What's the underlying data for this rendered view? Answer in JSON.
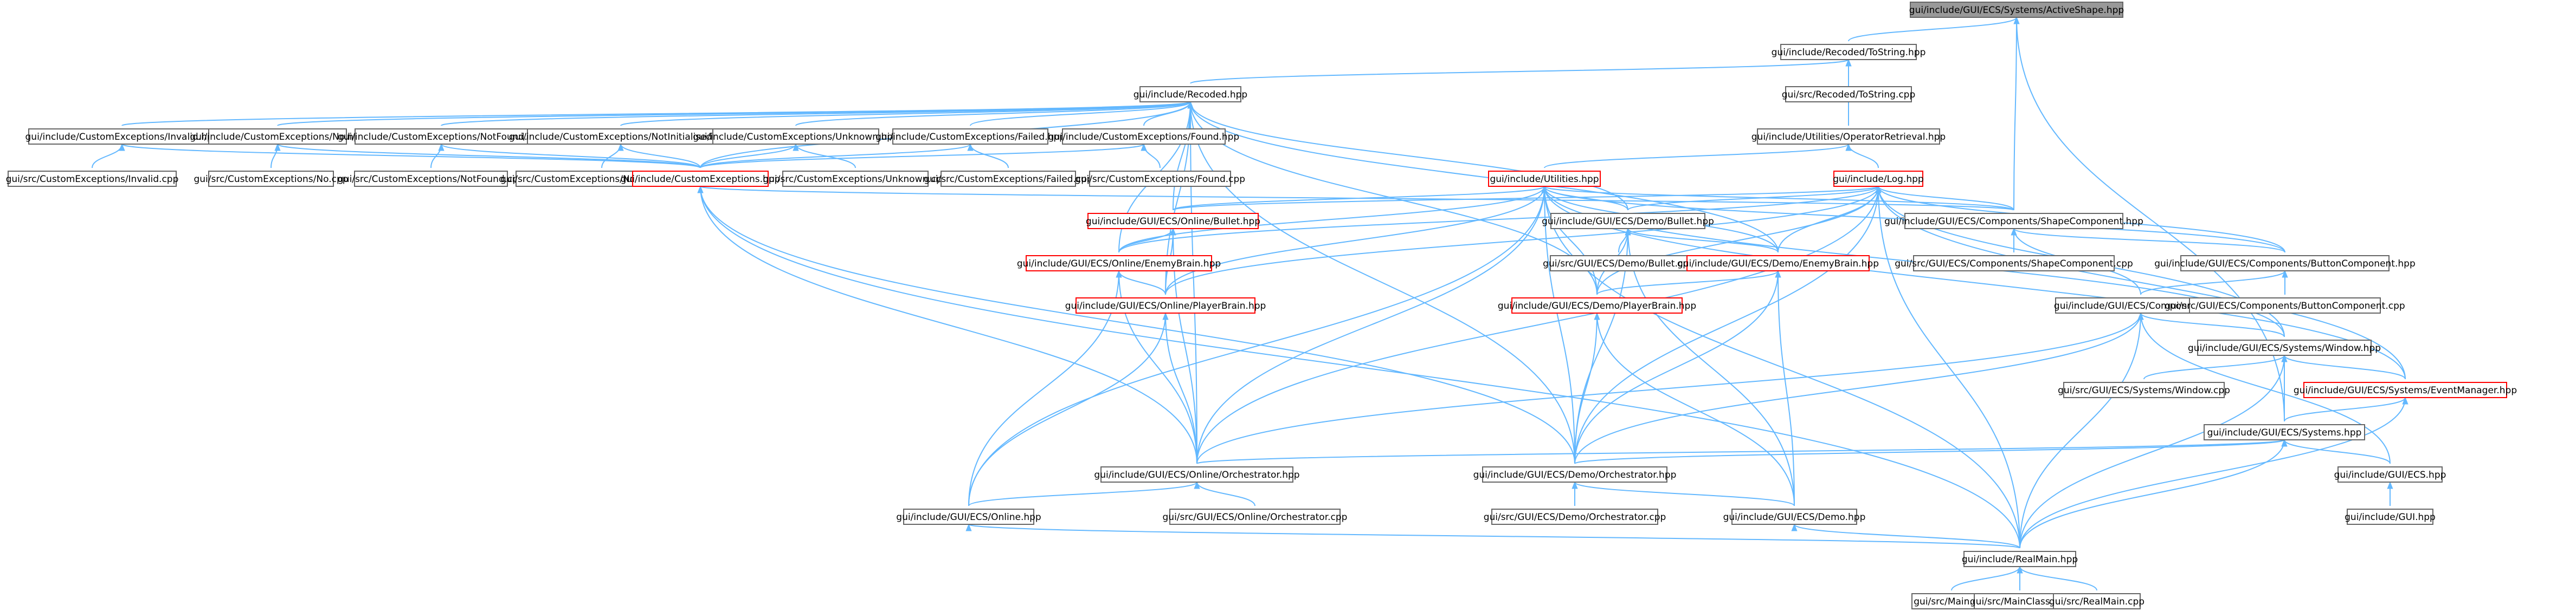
{
  "diagram": {
    "type": "include-dependency-graph",
    "colors": {
      "edge": "#63b8ff",
      "normal_border": "#666666",
      "red_border": "#ff0000",
      "root_fill": "#999999",
      "normal_fill": "#ffffff"
    },
    "nodes": [
      {
        "id": "root",
        "label": "gui/include/GUI/ECS/Systems/ActiveShape.hpp",
        "style": "root"
      },
      {
        "id": "tostring_hpp",
        "label": "gui/include/Recoded/ToString.hpp",
        "style": "normal"
      },
      {
        "id": "tostring_cpp",
        "label": "gui/src/Recoded/ToString.cpp",
        "style": "normal"
      },
      {
        "id": "recoded",
        "label": "gui/include/Recoded.hpp",
        "style": "normal"
      },
      {
        "id": "opretrieval",
        "label": "gui/include/Utilities/OperatorRetrieval.hpp",
        "style": "normal"
      },
      {
        "id": "ce_invalid",
        "label": "gui/include/CustomExceptions/Invalid.hpp",
        "style": "normal"
      },
      {
        "id": "ce_no",
        "label": "gui/include/CustomExceptions/No.hpp",
        "style": "normal"
      },
      {
        "id": "ce_notfound",
        "label": "gui/include/CustomExceptions/NotFound.hpp",
        "style": "normal"
      },
      {
        "id": "ce_notinit",
        "label": "gui/include/CustomExceptions/NotInitialised.hpp",
        "style": "normal"
      },
      {
        "id": "ce_unknown",
        "label": "gui/include/CustomExceptions/Unknown.hpp",
        "style": "normal"
      },
      {
        "id": "ce_failed",
        "label": "gui/include/CustomExceptions/Failed.hpp",
        "style": "normal"
      },
      {
        "id": "ce_found",
        "label": "gui/include/CustomExceptions/Found.hpp",
        "style": "normal"
      },
      {
        "id": "ce_invalid_cpp",
        "label": "gui/src/CustomExceptions/Invalid.cpp",
        "style": "normal"
      },
      {
        "id": "ce_no_cpp",
        "label": "gui/src/CustomExceptions/No.cpp",
        "style": "normal"
      },
      {
        "id": "ce_notfound_cpp",
        "label": "gui/src/CustomExceptions/NotFound.cpp",
        "style": "normal"
      },
      {
        "id": "ce_notinit_cpp",
        "label": "gui/src/CustomExceptions/NotInitialised.cpp",
        "style": "normal"
      },
      {
        "id": "customexc",
        "label": "gui/include/CustomExceptions.hpp",
        "style": "red"
      },
      {
        "id": "ce_unknown_cpp",
        "label": "gui/src/CustomExceptions/Unknown.cpp",
        "style": "normal"
      },
      {
        "id": "ce_failed_cpp",
        "label": "gui/src/CustomExceptions/Failed.cpp",
        "style": "normal"
      },
      {
        "id": "ce_found_cpp",
        "label": "gui/src/CustomExceptions/Found.cpp",
        "style": "normal"
      },
      {
        "id": "utilities",
        "label": "gui/include/Utilities.hpp",
        "style": "red"
      },
      {
        "id": "log",
        "label": "gui/include/Log.hpp",
        "style": "red"
      },
      {
        "id": "online_bullet",
        "label": "gui/include/GUI/ECS/Online/Bullet.hpp",
        "style": "red"
      },
      {
        "id": "demo_bullet",
        "label": "gui/include/GUI/ECS/Demo/Bullet.hpp",
        "style": "normal"
      },
      {
        "id": "shapecomp",
        "label": "gui/include/GUI/ECS/Components/ShapeComponent.hpp",
        "style": "normal"
      },
      {
        "id": "online_enemy",
        "label": "gui/include/GUI/ECS/Online/EnemyBrain.hpp",
        "style": "red"
      },
      {
        "id": "demo_bullet_cpp",
        "label": "gui/src/GUI/ECS/Demo/Bullet.cpp",
        "style": "normal"
      },
      {
        "id": "demo_enemy",
        "label": "gui/include/GUI/ECS/Demo/EnemyBrain.hpp",
        "style": "red"
      },
      {
        "id": "shapecomp_cpp",
        "label": "gui/src/GUI/ECS/Components/ShapeComponent.cpp",
        "style": "normal"
      },
      {
        "id": "buttoncomp",
        "label": "gui/include/GUI/ECS/Components/ButtonComponent.hpp",
        "style": "normal"
      },
      {
        "id": "online_player",
        "label": "gui/include/GUI/ECS/Online/PlayerBrain.hpp",
        "style": "red"
      },
      {
        "id": "demo_player",
        "label": "gui/include/GUI/ECS/Demo/PlayerBrain.hpp",
        "style": "red"
      },
      {
        "id": "components",
        "label": "gui/include/GUI/ECS/Components.hpp",
        "style": "normal"
      },
      {
        "id": "buttoncomp_cpp",
        "label": "gui/src/GUI/ECS/Components/ButtonComponent.cpp",
        "style": "normal"
      },
      {
        "id": "window",
        "label": "gui/include/GUI/ECS/Systems/Window.hpp",
        "style": "normal"
      },
      {
        "id": "window_cpp",
        "label": "gui/src/GUI/ECS/Systems/Window.cpp",
        "style": "normal"
      },
      {
        "id": "eventmgr",
        "label": "gui/include/GUI/ECS/Systems/EventManager.hpp",
        "style": "red"
      },
      {
        "id": "systems",
        "label": "gui/include/GUI/ECS/Systems.hpp",
        "style": "normal"
      },
      {
        "id": "online_orch",
        "label": "gui/include/GUI/ECS/Online/Orchestrator.hpp",
        "style": "normal"
      },
      {
        "id": "demo_orch",
        "label": "gui/include/GUI/ECS/Demo/Orchestrator.hpp",
        "style": "normal"
      },
      {
        "id": "ecs",
        "label": "gui/include/GUI/ECS.hpp",
        "style": "normal"
      },
      {
        "id": "online",
        "label": "gui/include/GUI/ECS/Online.hpp",
        "style": "normal"
      },
      {
        "id": "online_orch_cpp",
        "label": "gui/src/GUI/ECS/Online/Orchestrator.cpp",
        "style": "normal"
      },
      {
        "id": "demo_orch_cpp",
        "label": "gui/src/GUI/ECS/Demo/Orchestrator.cpp",
        "style": "normal"
      },
      {
        "id": "demo",
        "label": "gui/include/GUI/ECS/Demo.hpp",
        "style": "normal"
      },
      {
        "id": "gui",
        "label": "gui/include/GUI.hpp",
        "style": "normal"
      },
      {
        "id": "realmain",
        "label": "gui/include/RealMain.hpp",
        "style": "normal"
      },
      {
        "id": "main_cpp",
        "label": "gui/src/Main.cpp",
        "style": "normal"
      },
      {
        "id": "mainclass_cpp",
        "label": "gui/src/MainClass.cpp",
        "style": "normal"
      },
      {
        "id": "realmain_cpp",
        "label": "gui/src/RealMain.cpp",
        "style": "normal"
      }
    ],
    "edges": [
      [
        "root",
        "tostring_hpp"
      ],
      [
        "root",
        "shapecomp"
      ],
      [
        "root",
        "systems"
      ],
      [
        "tostring_hpp",
        "tostring_cpp"
      ],
      [
        "tostring_hpp",
        "recoded"
      ],
      [
        "tostring_hpp",
        "opretrieval"
      ],
      [
        "recoded",
        "ce_invalid"
      ],
      [
        "recoded",
        "ce_no"
      ],
      [
        "recoded",
        "ce_notfound"
      ],
      [
        "recoded",
        "ce_notinit"
      ],
      [
        "recoded",
        "ce_unknown"
      ],
      [
        "recoded",
        "ce_failed"
      ],
      [
        "recoded",
        "ce_found"
      ],
      [
        "recoded",
        "customexc"
      ],
      [
        "recoded",
        "online_bullet"
      ],
      [
        "recoded",
        "online_enemy"
      ],
      [
        "recoded",
        "online_player"
      ],
      [
        "recoded",
        "demo_bullet"
      ],
      [
        "recoded",
        "demo_enemy"
      ],
      [
        "recoded",
        "demo_player"
      ],
      [
        "recoded",
        "online_orch"
      ],
      [
        "recoded",
        "demo_orch"
      ],
      [
        "opretrieval",
        "utilities"
      ],
      [
        "opretrieval",
        "log"
      ],
      [
        "ce_invalid",
        "ce_invalid_cpp"
      ],
      [
        "ce_invalid",
        "customexc"
      ],
      [
        "ce_no",
        "ce_no_cpp"
      ],
      [
        "ce_no",
        "customexc"
      ],
      [
        "ce_notfound",
        "ce_notfound_cpp"
      ],
      [
        "ce_notfound",
        "customexc"
      ],
      [
        "ce_notinit",
        "ce_notinit_cpp"
      ],
      [
        "ce_notinit",
        "customexc"
      ],
      [
        "ce_unknown",
        "ce_unknown_cpp"
      ],
      [
        "ce_unknown",
        "customexc"
      ],
      [
        "ce_failed",
        "ce_failed_cpp"
      ],
      [
        "ce_failed",
        "customexc"
      ],
      [
        "ce_found",
        "ce_found_cpp"
      ],
      [
        "ce_found",
        "customexc"
      ],
      [
        "customexc",
        "online_orch"
      ],
      [
        "customexc",
        "demo_orch"
      ],
      [
        "customexc",
        "realmain"
      ],
      [
        "customexc",
        "shapecomp"
      ],
      [
        "utilities",
        "online_bullet"
      ],
      [
        "utilities",
        "online_enemy"
      ],
      [
        "utilities",
        "online_player"
      ],
      [
        "utilities",
        "demo_bullet"
      ],
      [
        "utilities",
        "demo_enemy"
      ],
      [
        "utilities",
        "demo_player"
      ],
      [
        "utilities",
        "shapecomp"
      ],
      [
        "utilities",
        "buttoncomp"
      ],
      [
        "utilities",
        "online_orch"
      ],
      [
        "utilities",
        "demo_orch"
      ],
      [
        "utilities",
        "online"
      ],
      [
        "utilities",
        "realmain"
      ],
      [
        "utilities",
        "window"
      ],
      [
        "utilities",
        "eventmgr"
      ],
      [
        "log",
        "shapecomp"
      ],
      [
        "log",
        "buttoncomp"
      ],
      [
        "log",
        "demo_bullet"
      ],
      [
        "log",
        "demo_enemy"
      ],
      [
        "log",
        "demo_player"
      ],
      [
        "log",
        "online_bullet"
      ],
      [
        "log",
        "online_enemy"
      ],
      [
        "log",
        "online_player"
      ],
      [
        "log",
        "window"
      ],
      [
        "log",
        "eventmgr"
      ],
      [
        "log",
        "realmain"
      ],
      [
        "log",
        "demo_orch"
      ],
      [
        "log",
        "online_orch"
      ],
      [
        "online_bullet",
        "online_enemy"
      ],
      [
        "online_bullet",
        "online_player"
      ],
      [
        "online_bullet",
        "online_orch"
      ],
      [
        "online_enemy",
        "online_player"
      ],
      [
        "online_enemy",
        "online_orch"
      ],
      [
        "online_enemy",
        "online"
      ],
      [
        "online_player",
        "online_orch"
      ],
      [
        "online_player",
        "online"
      ],
      [
        "demo_bullet",
        "demo_bullet_cpp"
      ],
      [
        "demo_bullet",
        "demo_enemy"
      ],
      [
        "demo_bullet",
        "demo_player"
      ],
      [
        "demo_bullet",
        "demo_orch"
      ],
      [
        "demo_bullet",
        "demo"
      ],
      [
        "demo_enemy",
        "demo_player"
      ],
      [
        "demo_enemy",
        "demo_orch"
      ],
      [
        "demo_enemy",
        "demo"
      ],
      [
        "demo_player",
        "demo_orch"
      ],
      [
        "demo_player",
        "demo"
      ],
      [
        "shapecomp",
        "shapecomp_cpp"
      ],
      [
        "shapecomp",
        "buttoncomp"
      ],
      [
        "shapecomp",
        "components"
      ],
      [
        "buttoncomp",
        "buttoncomp_cpp"
      ],
      [
        "buttoncomp",
        "components"
      ],
      [
        "components",
        "window"
      ],
      [
        "components",
        "ecs"
      ],
      [
        "components",
        "online_orch"
      ],
      [
        "components",
        "demo_orch"
      ],
      [
        "components",
        "realmain"
      ],
      [
        "window",
        "window_cpp"
      ],
      [
        "window",
        "eventmgr"
      ],
      [
        "window",
        "systems"
      ],
      [
        "window",
        "realmain"
      ],
      [
        "eventmgr",
        "systems"
      ],
      [
        "eventmgr",
        "realmain"
      ],
      [
        "systems",
        "ecs"
      ],
      [
        "systems",
        "online_orch"
      ],
      [
        "systems",
        "demo_orch"
      ],
      [
        "systems",
        "realmain"
      ],
      [
        "online_orch",
        "online"
      ],
      [
        "online_orch",
        "online_orch_cpp"
      ],
      [
        "demo_orch",
        "demo_orch_cpp"
      ],
      [
        "demo_orch",
        "demo"
      ],
      [
        "ecs",
        "gui"
      ],
      [
        "online",
        "realmain"
      ],
      [
        "demo",
        "realmain"
      ],
      [
        "realmain",
        "main_cpp"
      ],
      [
        "realmain",
        "mainclass_cpp"
      ],
      [
        "realmain",
        "realmain_cpp"
      ]
    ]
  }
}
